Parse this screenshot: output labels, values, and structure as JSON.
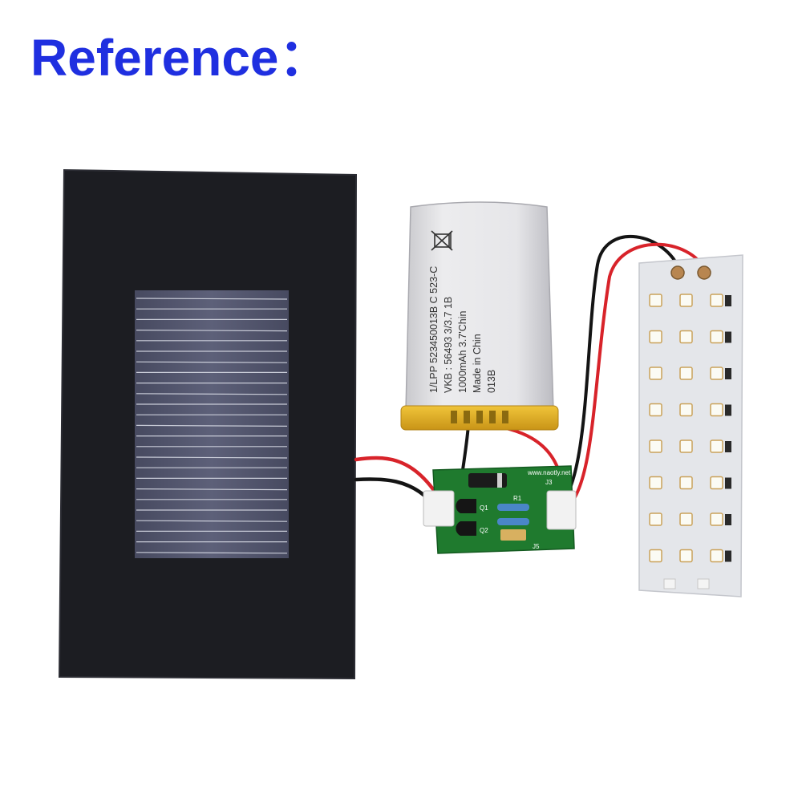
{
  "title": "Reference：",
  "colors": {
    "title": "#1f2fe0",
    "panel": "#1c1d22",
    "cells": "#545870",
    "pcb_green": "#1f7a2e",
    "led_board": "#e4e6ea",
    "battery_wrap": "#d9d9dc",
    "battery_tab": "#e0b224",
    "wire_red": "#d8232a",
    "wire_black": "#141414"
  },
  "battery": {
    "lines": [
      "1/LPP 523450013B C 523-C",
      "VKB : 56493 3/3.7 1B",
      "1000mAh 3.7'Chin",
      "Made in Chin",
      "013B"
    ]
  },
  "pcb": {
    "site": "www.naotly.net",
    "labels": [
      "J3",
      "R1",
      "Q1",
      "Q2",
      "J5"
    ]
  },
  "led_board": {
    "rows": 8,
    "cols": 3
  }
}
